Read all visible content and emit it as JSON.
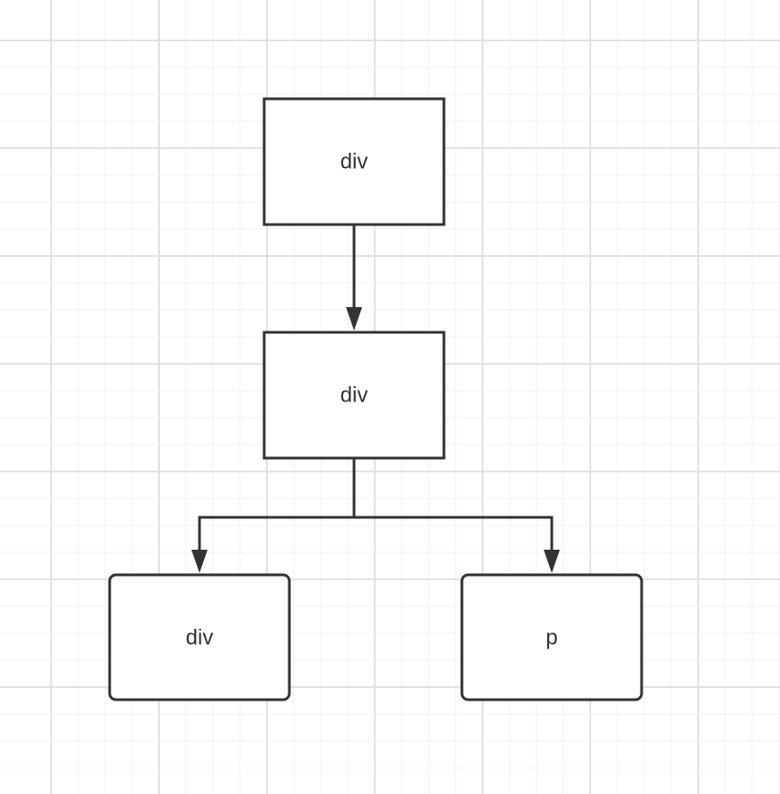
{
  "diagram": {
    "nodes": [
      {
        "id": "n1",
        "label": "div",
        "rounded": false
      },
      {
        "id": "n2",
        "label": "div",
        "rounded": false
      },
      {
        "id": "n3",
        "label": "div",
        "rounded": true
      },
      {
        "id": "n4",
        "label": "p",
        "rounded": true
      }
    ],
    "edges": [
      {
        "from": "n1",
        "to": "n2"
      },
      {
        "from": "n2",
        "to": "n3"
      },
      {
        "from": "n2",
        "to": "n4"
      }
    ]
  },
  "colors": {
    "stroke": "#333333",
    "grid_minor": "#f0f0f0",
    "grid_major": "#e2e2e2",
    "background": "#ffffff"
  }
}
